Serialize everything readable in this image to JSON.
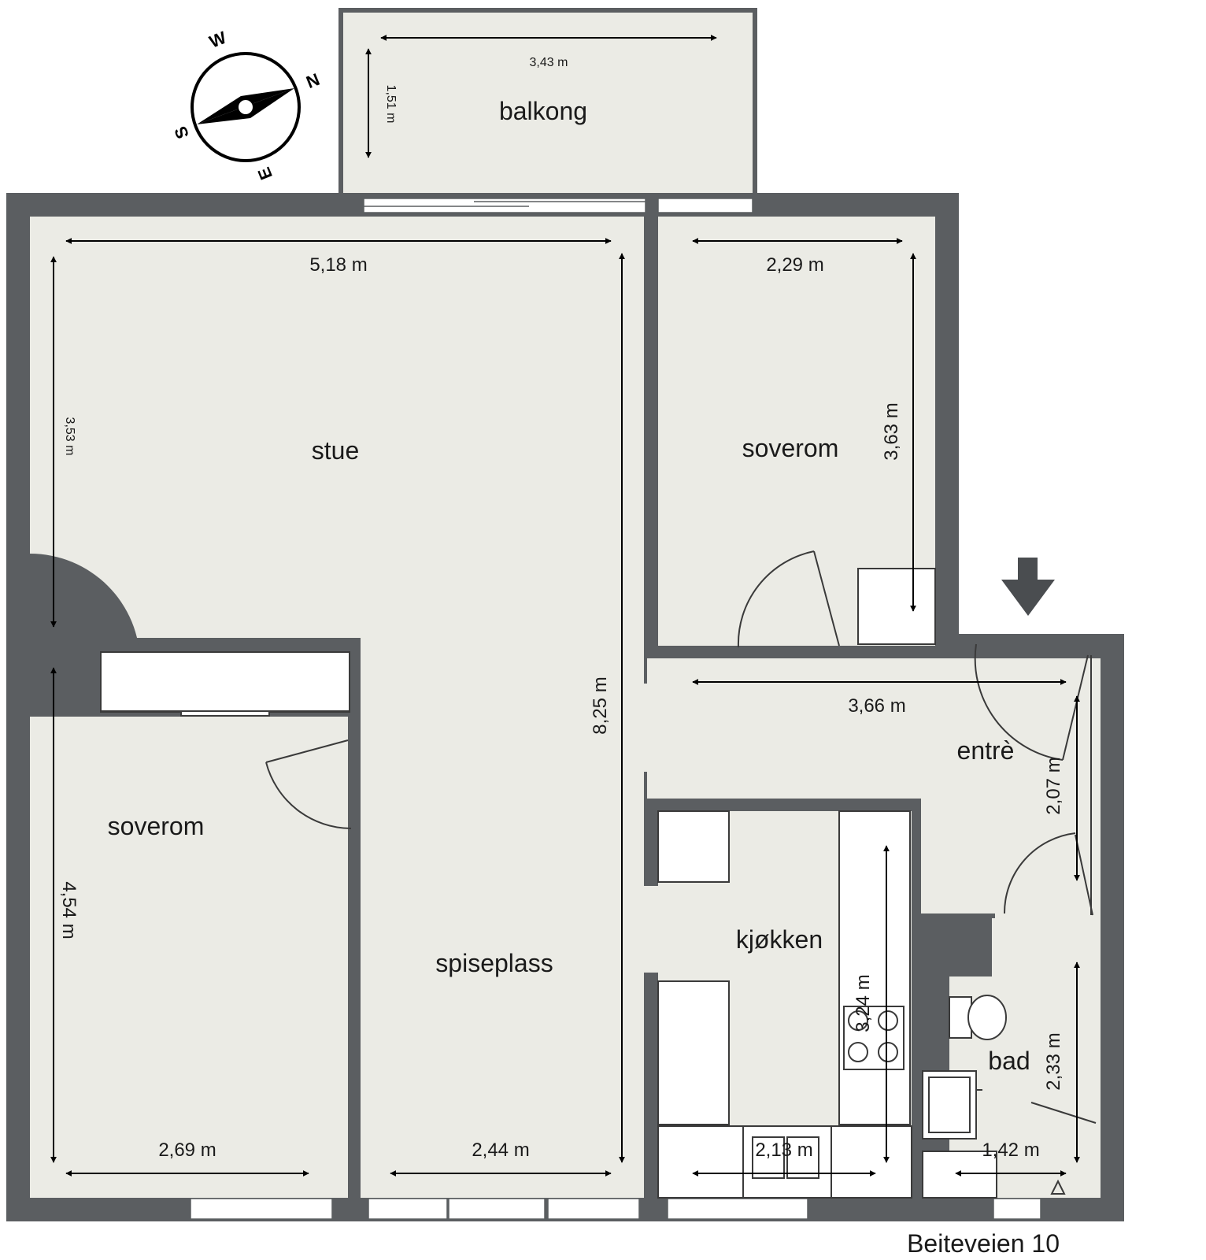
{
  "rooms": {
    "balcony": "balkong",
    "living": "stue",
    "bedroom_right": "soverom",
    "bedroom_left": "soverom",
    "entrance": "entrè",
    "kitchen": "kjøkken",
    "dining": "spiseplass",
    "bathroom": "bad"
  },
  "dimensions": {
    "balcony_width": "3,43 m",
    "balcony_depth": "1,51 m",
    "living_width": "5,18 m",
    "living_depth": "3,53 m",
    "living_total_depth": "8,25 m",
    "bedroom_right_width": "2,29 m",
    "bedroom_right_depth": "3,63 m",
    "entrance_width": "3,66 m",
    "entrance_depth": "2,07 m",
    "bedroom_left_depth": "4,54 m",
    "bedroom_left_width": "2,69 m",
    "dining_width": "2,44 m",
    "kitchen_width": "2,13 m",
    "kitchen_depth": "3,24 m",
    "bathroom_width": "1,42 m",
    "bathroom_depth": "2,33 m"
  },
  "compass": {
    "north": "N",
    "south": "S",
    "east": "E",
    "west": "W"
  },
  "address": "Beiteveien 10",
  "colors": {
    "wall": "#5b5e61",
    "floor": "#ebebe5"
  },
  "icons": {
    "entrance_marker": "entrance-arrow-icon",
    "orientation": "compass-icon"
  }
}
